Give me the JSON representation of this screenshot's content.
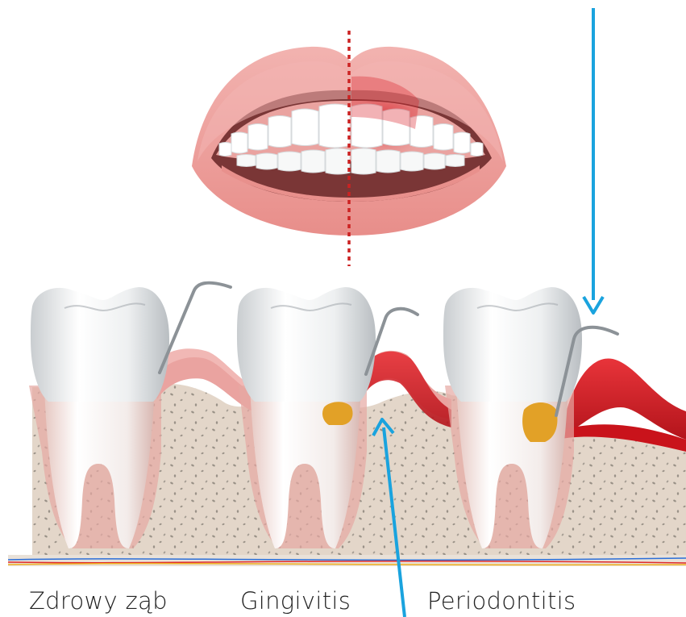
{
  "labels": [
    "Zdrowy ząb",
    "Gingivitis",
    "Periodontitis"
  ],
  "colors": {
    "annotation_arrow": "#1aa3de",
    "divider_dotted": "#cc2222",
    "healthy_gum": "#eaa3a0",
    "inflamed_gum": "#d62027",
    "bone": "#e3d6c9",
    "tartar": "#e2a127"
  }
}
